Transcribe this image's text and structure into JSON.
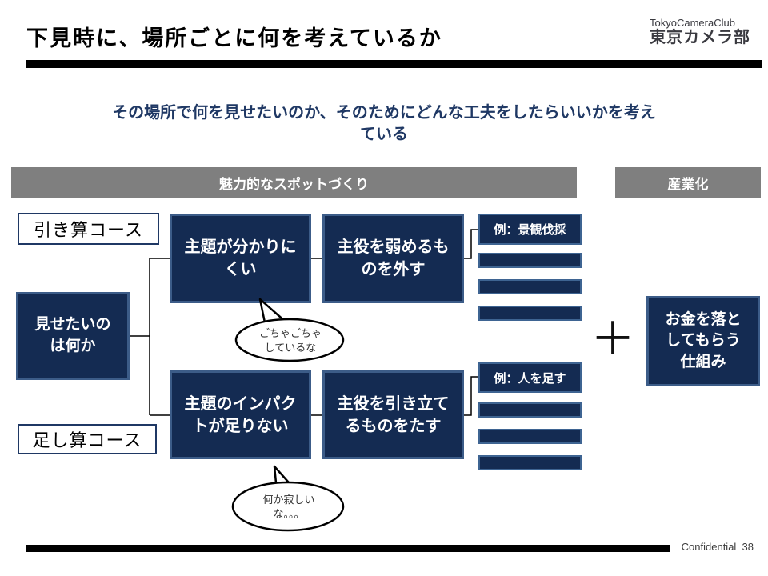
{
  "slide": {
    "title": "下見時に、場所ごとに何を考えているか",
    "logo": {
      "line1": "TokyoCameraClub",
      "line2": "東京カメラ部"
    },
    "subtitle": "その場所で何を見せたいのか、そのためにどんな工夫をしたらいいかを考え\nている",
    "footer": "Confidential  38"
  },
  "bands": {
    "spot_making": "魅力的なスポットづくり",
    "industrialization": "産業化"
  },
  "courses": {
    "subtract": "引き算コース",
    "add": "足し算コース"
  },
  "flow": {
    "root": "見せたいの\nは何か",
    "subtract_problem": "主題が分かりに\nくい",
    "subtract_action": "主役を弱めるも\nのを外す",
    "subtract_example": "例：景観伐採",
    "add_problem": "主題のインパク\nトが足りない",
    "add_action": "主役を引き立て\nるものをたす",
    "add_example": "例：人を足す"
  },
  "bubbles": {
    "subtract": "ごちゃごちゃ\nしているな",
    "add": "何か寂しい\nな。。。"
  },
  "plus_sign": "＋",
  "monetize": "お金を落と\nしてもらう\n仕組み",
  "colors": {
    "box_fill": "#142b52",
    "box_border": "#3c5c88",
    "band_gray": "#7f7f7f",
    "navy_text": "#1f3864"
  }
}
